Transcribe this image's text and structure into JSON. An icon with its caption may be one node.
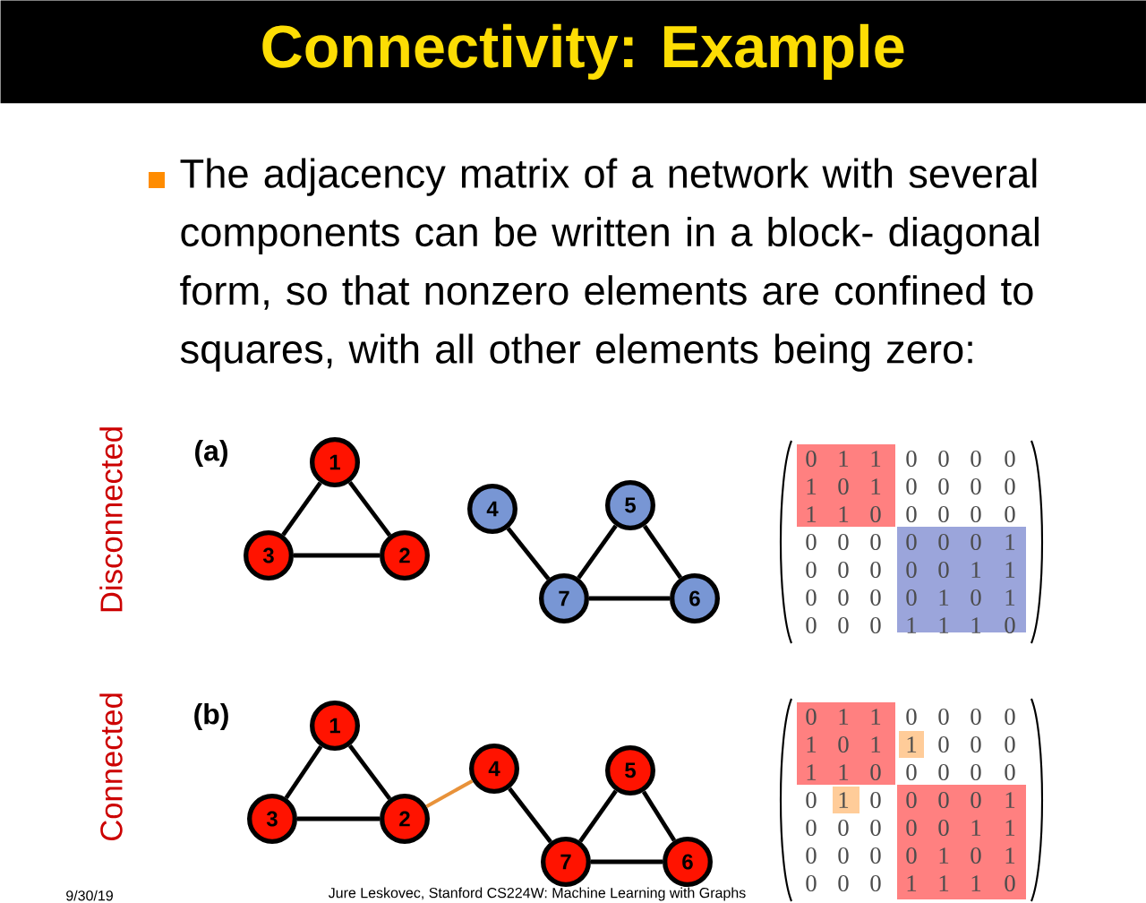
{
  "diagram": {
    "title": "Connectivity: Example",
    "nodes": [
      {
        "text": [
          "1"
        ]
      },
      {
        "text": [
          "2"
        ]
      },
      {
        "text": [
          "3"
        ]
      },
      {
        "text": [
          "4"
        ]
      },
      {
        "text": [
          "5"
        ]
      },
      {
        "text": [
          "6"
        ]
      },
      {
        "text": [
          "7"
        ]
      },
      {
        "text": [
          "1"
        ]
      },
      {
        "text": [
          "2"
        ]
      },
      {
        "text": [
          "3"
        ]
      },
      {
        "text": [
          "4"
        ]
      },
      {
        "text": [
          "5"
        ]
      },
      {
        "text": [
          "6"
        ]
      },
      {
        "text": [
          "7"
        ]
      }
    ],
    "edges": [
      {
        "from": 0,
        "to": 1,
        "arrow": "none"
      },
      {
        "from": 0,
        "to": 2,
        "arrow": "none"
      },
      {
        "from": 2,
        "to": 1,
        "arrow": "none"
      },
      {
        "from": 3,
        "to": 6,
        "arrow": "none"
      },
      {
        "from": 6,
        "to": 4,
        "arrow": "none"
      },
      {
        "from": 4,
        "to": 5,
        "arrow": "none"
      },
      {
        "from": 6,
        "to": 5,
        "arrow": "none"
      },
      {
        "from": 7,
        "to": 8,
        "arrow": "none"
      },
      {
        "from": 7,
        "to": 9,
        "arrow": "none"
      },
      {
        "from": 9,
        "to": 8,
        "arrow": "none"
      },
      {
        "from": 8,
        "to": 10,
        "arrow": "none",
        "color": "#e8923a"
      },
      {
        "from": 10,
        "to": 13,
        "arrow": "none"
      },
      {
        "from": 13,
        "to": 11,
        "arrow": "none"
      },
      {
        "from": 11,
        "to": 12,
        "arrow": "none"
      },
      {
        "from": 13,
        "to": 12,
        "arrow": "none"
      }
    ],
    "labels": [
      "The adjacency matrix of a network with several components can be written in a block- diagonal form, so that nonzero elements are confined to squares, with all other elements being zero:",
      "Disconnected",
      "(a)",
      "0",
      "1",
      "1",
      "0",
      "0",
      "0",
      "0",
      "1",
      "0",
      "1",
      "0",
      "0",
      "0",
      "0",
      "1",
      "1",
      "0",
      "0",
      "0",
      "0",
      "0",
      "0",
      "0",
      "0",
      "0",
      "0",
      "0",
      "1",
      "0",
      "0",
      "0",
      "0",
      "0",
      "1",
      "1",
      "0",
      "0",
      "0",
      "0",
      "1",
      "0",
      "1",
      "0",
      "0",
      "0",
      "1",
      "1",
      "1",
      "0",
      "Connected",
      "(b)",
      "0",
      "1",
      "1",
      "0",
      "0",
      "0",
      "0",
      "1",
      "0",
      "1",
      "1",
      "0",
      "0",
      "0",
      "1",
      "1",
      "0",
      "0",
      "0",
      "0",
      "0",
      "0",
      "1",
      "0",
      "0",
      "0",
      "0",
      "1",
      "0",
      "0",
      "0",
      "0",
      "0",
      "1",
      "1",
      "0",
      "0",
      "0",
      "0",
      "1",
      "0",
      "1",
      "0",
      "0",
      "0",
      "1",
      "1",
      "1",
      "0",
      "9/30/19",
      "Jure Leskovec, Stanford CS224W: Machine Learning with Graphs"
    ]
  }
}
